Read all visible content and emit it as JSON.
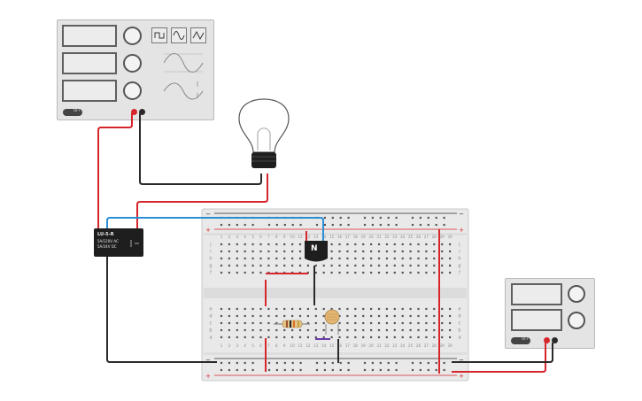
{
  "function_generator": {
    "power_label": "OFF",
    "waveforms": [
      "square-wave-icon",
      "sine-wave-icon",
      "triangle-wave-icon"
    ]
  },
  "dc_supply": {
    "power_label": "OFF"
  },
  "relay": {
    "model": "LU-5-R",
    "rating_ac": "5A/120V AC",
    "rating_dc": "5A/24V DC"
  },
  "transistor": {
    "type_label": "N"
  },
  "breadboard": {
    "row_letters_top": [
      "j",
      "i",
      "h",
      "g",
      "f"
    ],
    "row_letters_bottom": [
      "e",
      "d",
      "c",
      "b",
      "a"
    ],
    "column_labels": [
      "1",
      "2",
      "3",
      "4",
      "5",
      "6",
      "7",
      "8",
      "9",
      "10",
      "11",
      "12",
      "13",
      "14",
      "15",
      "16",
      "17",
      "18",
      "19",
      "20",
      "21",
      "22",
      "23",
      "24",
      "25",
      "26",
      "27",
      "28",
      "29",
      "30"
    ],
    "rail_plus": "+",
    "rail_minus": "−"
  },
  "colors": {
    "wire_red": "#d6262b",
    "wire_black": "#2a2a2a",
    "wire_blue": "#2b8fd6",
    "wire_purple": "#6a3aa8",
    "breadboard": "#e9e9e9"
  }
}
